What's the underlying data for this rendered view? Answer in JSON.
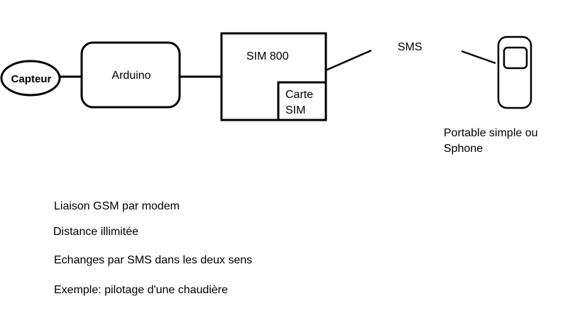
{
  "diagram": {
    "nodes": {
      "capteur": "Capteur",
      "arduino": "Arduino",
      "sim800": "SIM 800",
      "carte_sim_line1": "Carte",
      "carte_sim_line2": "SIM",
      "phone_label_line1": "Portable simple ou",
      "phone_label_line2": "Sphone"
    },
    "link_label": "SMS"
  },
  "notes": [
    "Liaison  GSM par  modem",
    "Distance illimitée",
    "Echanges par SMS dans les deux sens",
    "Exemple: pilotage d'une chaudière"
  ]
}
